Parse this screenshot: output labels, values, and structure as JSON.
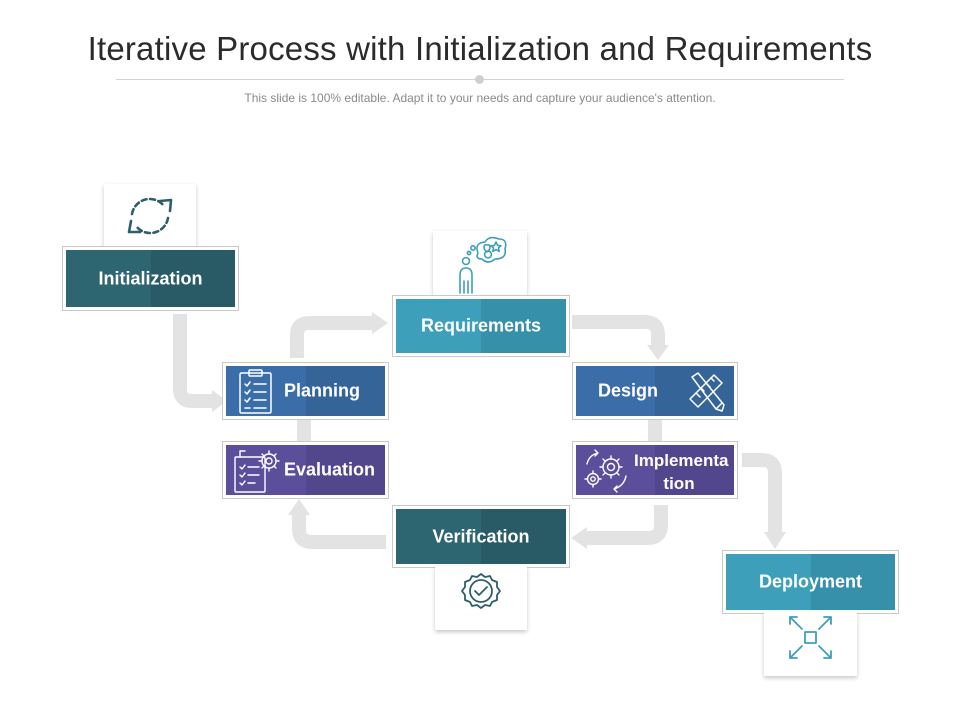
{
  "slide": {
    "title": "Iterative Process with Initialization and Requirements",
    "subtitle": "This slide is 100% editable. Adapt it to your needs and capture your audience's attention."
  },
  "steps": {
    "initialization": {
      "label": "Initialization",
      "icon": "refresh-cycle-icon",
      "color": "#2d6570"
    },
    "requirements": {
      "label": "Requirements",
      "icon": "person-thinking-icon",
      "color": "#3d9fba"
    },
    "planning": {
      "label": "Planning",
      "icon": "clipboard-checklist-icon",
      "color": "#3b6ea8"
    },
    "design": {
      "label": "Design",
      "icon": "pencil-ruler-icon",
      "color": "#3b6ea8"
    },
    "evaluation": {
      "label": "Evaluation",
      "icon": "document-gears-icon",
      "color": "#5b4f9c"
    },
    "implementation": {
      "label_line1": "Implementa",
      "label_line2": "tion",
      "icon": "gears-cycle-icon",
      "color": "#5b4f9c"
    },
    "verification": {
      "label": "Verification",
      "icon": "badge-check-icon",
      "color": "#2d6570"
    },
    "deployment": {
      "label": "Deployment",
      "icon": "expand-arrows-icon",
      "color": "#3d9fba"
    }
  },
  "colors": {
    "arrow": "#e3e3e3",
    "icon_stroke": "#2d5f6a",
    "icon_accent": "#3f9fbb"
  }
}
